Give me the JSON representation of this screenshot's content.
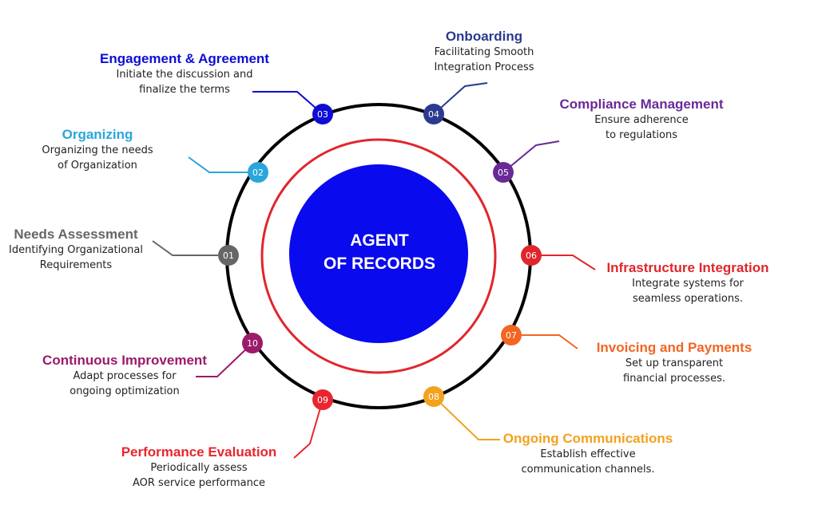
{
  "center": {
    "line1": "AGENT",
    "line2": "OF RECORDS"
  },
  "colors": {
    "outer_ring": "#000000",
    "inner_ring": "#e0262c",
    "center_fill": "#0a0aee",
    "center_text": "#ffffff"
  },
  "steps": [
    {
      "num": "01",
      "title": "Needs Assessment",
      "desc": "Identifying Organizational\nRequirements",
      "color": "#666666"
    },
    {
      "num": "02",
      "title": "Organizing",
      "desc": "Organizing the needs\nof Organization",
      "color": "#2aa6db"
    },
    {
      "num": "03",
      "title": "Engagement & Agreement",
      "desc": "Initiate the discussion and\nfinalize the terms",
      "color": "#0d0dd6"
    },
    {
      "num": "04",
      "title": "Onboarding",
      "desc": "Facilitating Smooth\nIntegration Process",
      "color": "#2a3a90"
    },
    {
      "num": "05",
      "title": "Compliance Management",
      "desc": "Ensure adherence\nto regulations",
      "color": "#6a2a96"
    },
    {
      "num": "06",
      "title": "Infrastructure Integration",
      "desc": "Integrate systems for\nseamless operations.",
      "color": "#e0262c"
    },
    {
      "num": "07",
      "title": "Invoicing and Payments",
      "desc": "Set up transparent\nfinancial processes.",
      "color": "#f26522"
    },
    {
      "num": "08",
      "title": "Ongoing Communications",
      "desc": "Establish effective\ncommunication channels.",
      "color": "#f2a21e"
    },
    {
      "num": "09",
      "title": "Performance Evaluation",
      "desc": "Periodically assess\nAOR service performance",
      "color": "#e8262e"
    },
    {
      "num": "10",
      "title": "Continuous Improvement",
      "desc": "Adapt processes for\nongoing optimization",
      "color": "#9c1a6a"
    }
  ]
}
